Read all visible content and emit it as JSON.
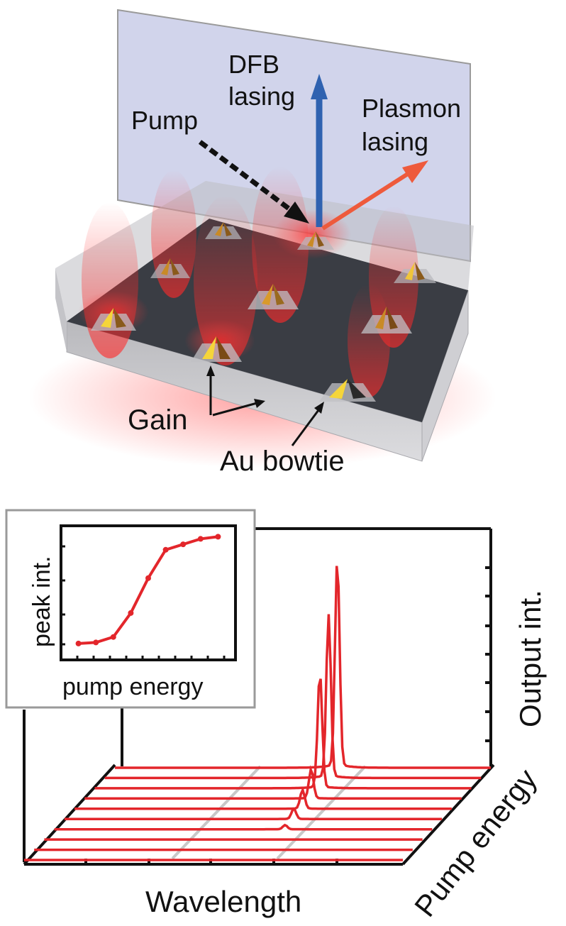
{
  "schematic": {
    "labels": {
      "dfb_line1": "DFB",
      "dfb_line2": "lasing",
      "plasmon_line1": "Plasmon",
      "plasmon_line2": "lasing",
      "pump": "Pump",
      "gain": "Gain",
      "bowtie": "Au bowtie"
    },
    "colors": {
      "dfb_arrow": "#2f62b0",
      "plasmon_arrow": "#ee5a3c",
      "pump_arrow": "#111111",
      "plane": "#c9cde8",
      "slab_top": "#3a3d44",
      "glow": "#ff2a2a",
      "gold": "#f5d53a"
    }
  },
  "plot": {
    "axes": {
      "x_label": "Wavelength",
      "depth_label": "Pump energy",
      "z_label": "Output int."
    },
    "colors": {
      "trace": "#e3262b",
      "grid": "#c8c8c8",
      "axes": "#111111"
    },
    "inset": {
      "x_label": "pump energy",
      "y_label": "peak int.",
      "color": "#e3262b",
      "border": "#9a9a9a"
    }
  },
  "chart_data": [
    {
      "type": "line",
      "title": "",
      "xlabel": "pump energy",
      "ylabel": "peak int.",
      "x": [
        1,
        2,
        3,
        4,
        5,
        6,
        7,
        8,
        9
      ],
      "y": [
        0.02,
        0.03,
        0.08,
        0.3,
        0.62,
        0.88,
        0.93,
        0.98,
        1.0
      ],
      "xlim": [
        0,
        10
      ],
      "ylim": [
        0,
        1.1
      ],
      "grid": false
    },
    {
      "type": "line",
      "title": "",
      "xlabel": "Wavelength",
      "ylabel": "Output int.",
      "zlabel": "Pump energy",
      "grid": true,
      "x": [
        0,
        1
      ],
      "series": [
        {
          "pump_level": 1,
          "peak_wavelength": 0.62,
          "peak_height": 0.0
        },
        {
          "pump_level": 2,
          "peak_wavelength": 0.62,
          "peak_height": 0.0
        },
        {
          "pump_level": 3,
          "peak_wavelength": 0.62,
          "peak_height": 0.0
        },
        {
          "pump_level": 4,
          "peak_wavelength": 0.62,
          "peak_height": 0.02
        },
        {
          "pump_level": 5,
          "peak_wavelength": 0.62,
          "peak_height": 0.05
        },
        {
          "pump_level": 6,
          "peak_wavelength": 0.62,
          "peak_height": 0.09
        },
        {
          "pump_level": 7,
          "peak_wavelength": 0.62,
          "peak_height": 0.14
        },
        {
          "pump_level": 8,
          "peak_wavelength": 0.62,
          "peak_height": 0.55
        },
        {
          "pump_level": 9,
          "peak_wavelength": 0.62,
          "peak_height": 0.78
        },
        {
          "pump_level": 10,
          "peak_wavelength": 0.62,
          "peak_height": 1.0
        }
      ]
    }
  ]
}
